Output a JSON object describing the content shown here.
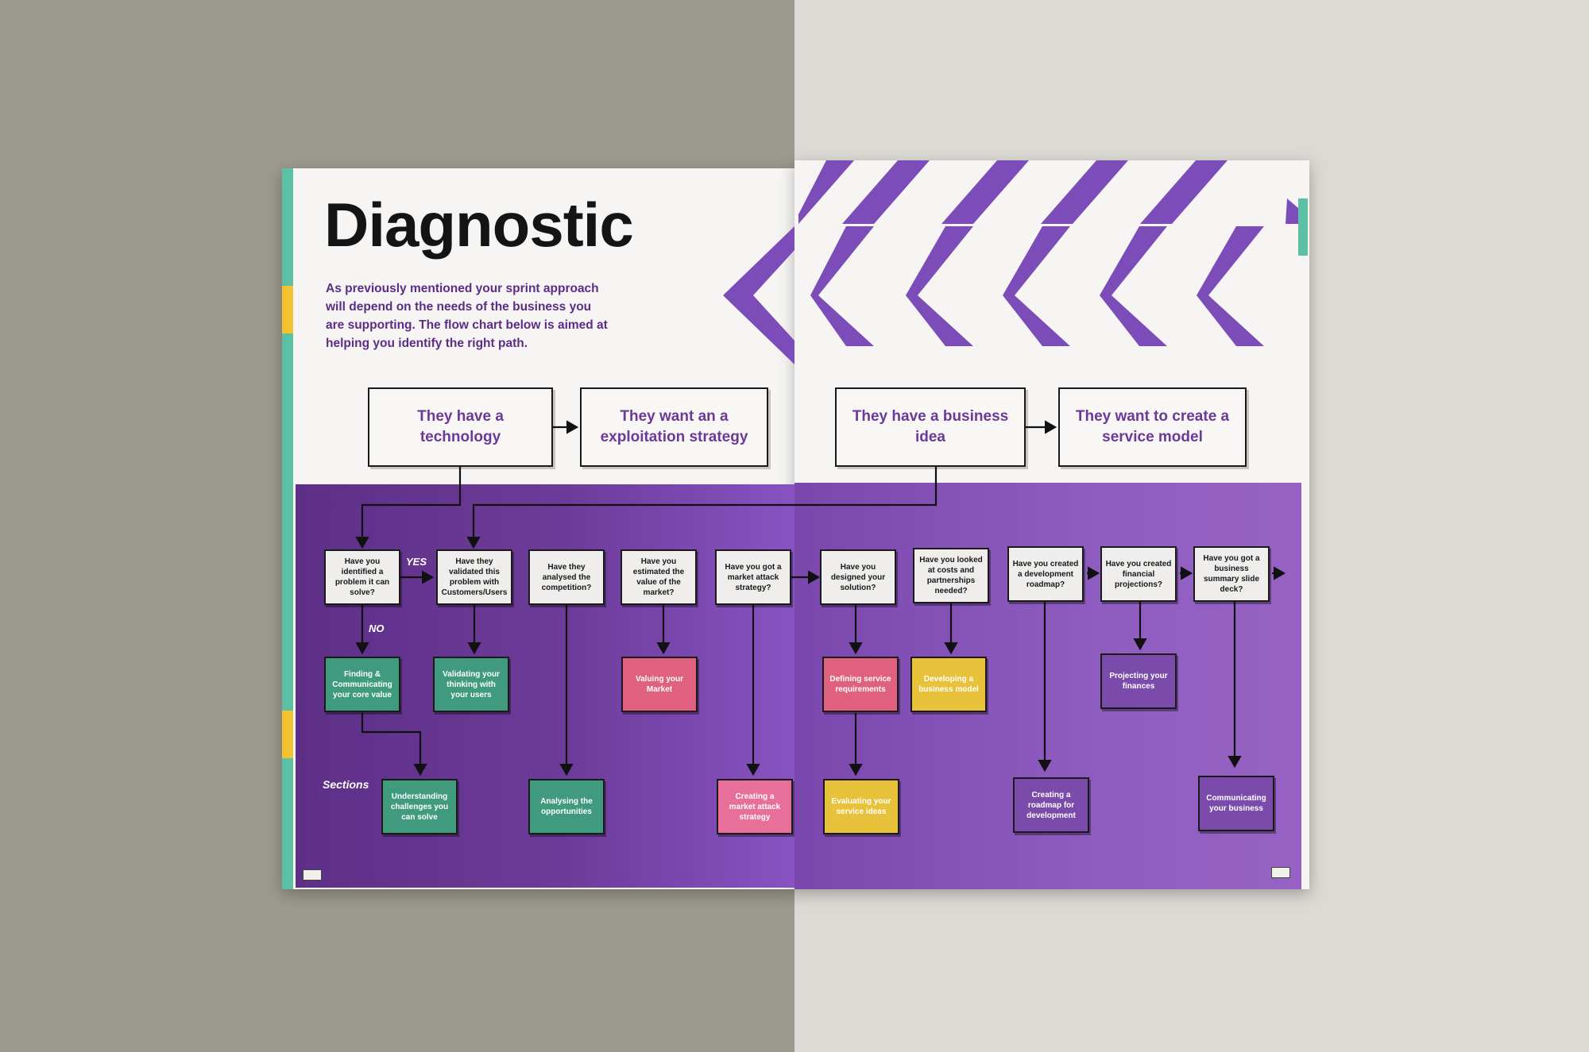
{
  "title": "Diagnostic",
  "intro": "As previously mentioned your sprint approach will depend on the needs of the business you are supporting. The flow chart below is aimed at helping you identify the right path.",
  "top_boxes": [
    {
      "text": "They have a technology"
    },
    {
      "text": "They want an a exploitation strategy"
    },
    {
      "text": "They have a business idea"
    },
    {
      "text": "They want to create a service model"
    }
  ],
  "questions": [
    {
      "text": "Have you identified a problem it can solve?"
    },
    {
      "text": "Have they validated this problem with Customers/Users"
    },
    {
      "text": "Have they analysed the competition?"
    },
    {
      "text": "Have you estimated the value of the market?"
    },
    {
      "text": "Have you got a market attack strategy?"
    },
    {
      "text": "Have you designed your solution?"
    },
    {
      "text": "Have you looked at costs and partnerships needed?"
    },
    {
      "text": "Have you created a development roadmap?"
    },
    {
      "text": "Have you created financial projections?"
    },
    {
      "text": "Have you got a business summary slide deck?"
    }
  ],
  "sections": [
    {
      "text": "Finding & Communicating your core value",
      "color": "#3f9a7e"
    },
    {
      "text": "Validating your thinking with your users",
      "color": "#3f9a7e"
    },
    {
      "text": "Valuing your Market",
      "color": "#e0607f"
    },
    {
      "text": "Defining service requirements",
      "color": "#e0607f"
    },
    {
      "text": "Developing a business model",
      "color": "#e8c23a"
    },
    {
      "text": "Projecting your finances",
      "color": "#7b4bab"
    },
    {
      "text": "Understanding challenges you can solve",
      "color": "#3f9a7e"
    },
    {
      "text": "Analysing the opportunities",
      "color": "#3f9a7e"
    },
    {
      "text": "Creating a market attack strategy",
      "color": "#e86f9a"
    },
    {
      "text": "Evaluating your service ideas",
      "color": "#e8c23a"
    },
    {
      "text": "Creating a roadmap for development",
      "color": "#7b4bab"
    },
    {
      "text": "Communicating your business",
      "color": "#7b4bab"
    }
  ],
  "labels": {
    "yes": "YES",
    "no": "NO",
    "sections": "Sections"
  },
  "colors": {
    "purple": "#6b3a98",
    "teal": "#58b8a0",
    "yellow": "#f2c230",
    "pink": "#e0607f"
  }
}
